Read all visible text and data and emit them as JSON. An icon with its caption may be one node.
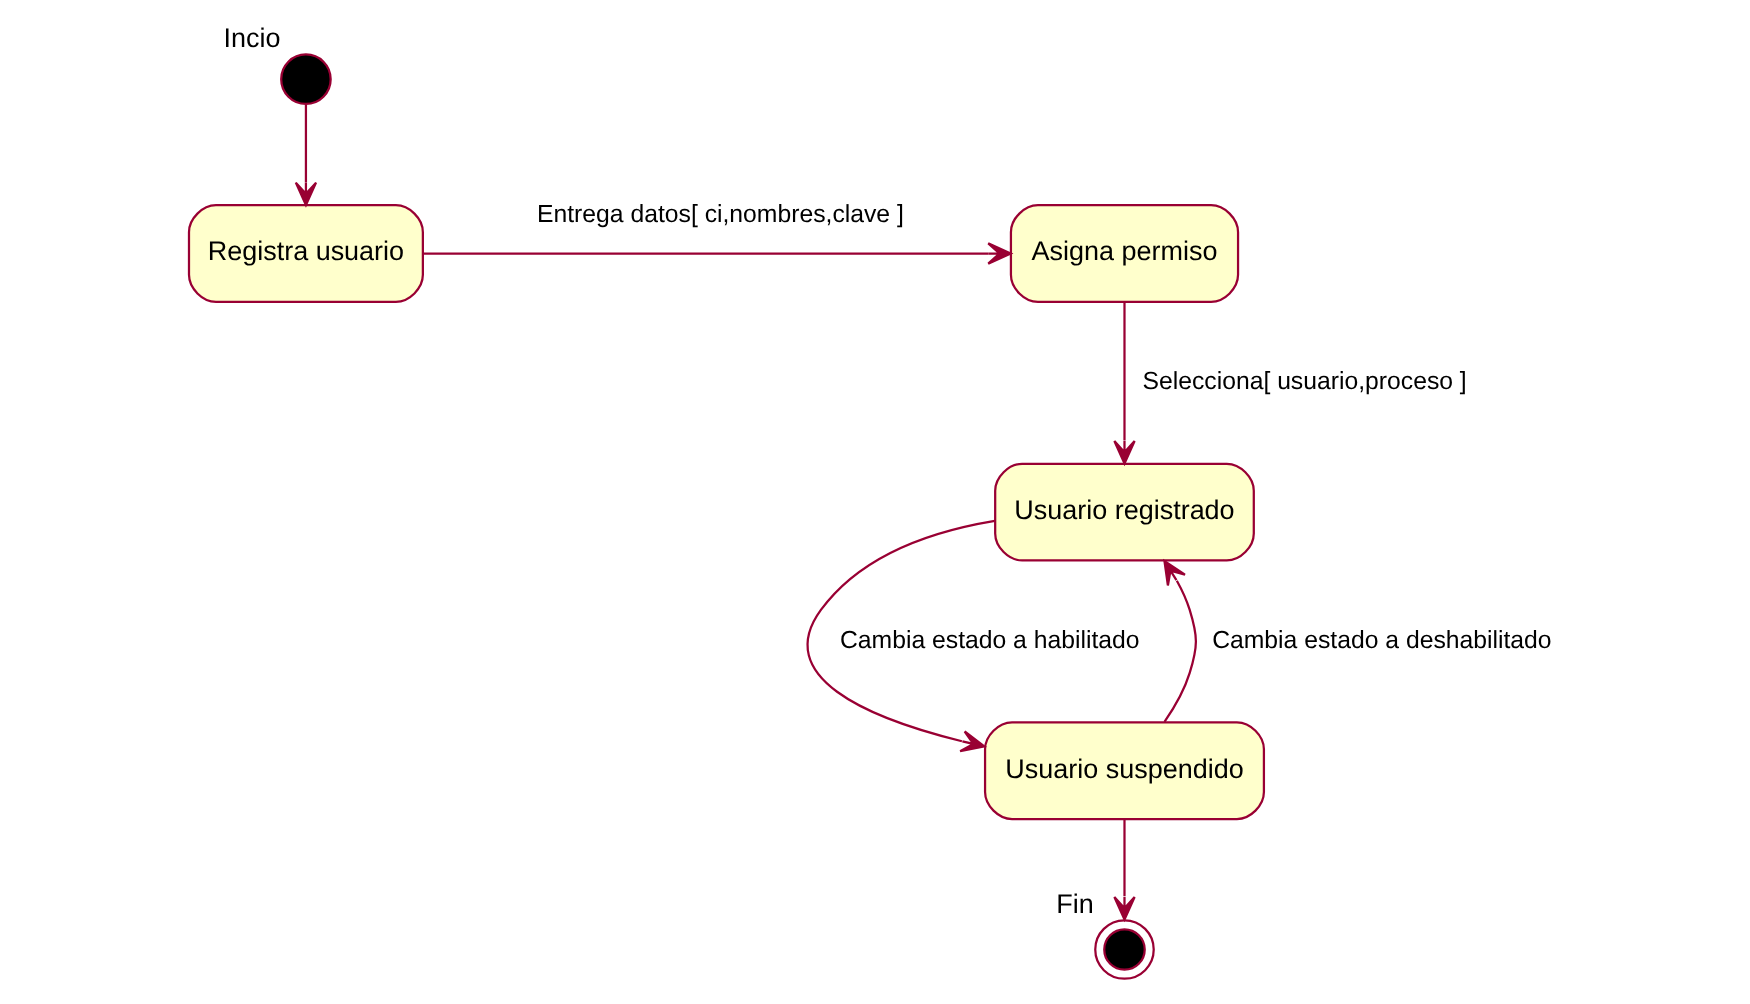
{
  "diagram": {
    "nodes": [
      {
        "text": [],
        "shape": "circle",
        "beside": [
          "Incio"
        ]
      },
      {
        "text": [
          "Registra usuario"
        ]
      },
      {
        "text": [
          "Asigna permiso"
        ]
      },
      {
        "text": [
          "Usuario registrado"
        ]
      },
      {
        "text": [
          "Usuario suspendido"
        ]
      },
      {
        "text": [],
        "shape": "circle",
        "beside": [
          "Fin"
        ]
      }
    ],
    "edges": [
      {
        "from": 0,
        "to": 1,
        "arrow": "to"
      },
      {
        "from": 1,
        "to": 2,
        "arrow": "to",
        "label": "Entrega datos[ ci,nombres,clave ]"
      },
      {
        "from": 2,
        "to": 3,
        "arrow": "to",
        "label": "Selecciona[ usuario,proceso ]"
      },
      {
        "from": 3,
        "to": 4,
        "arrow": "to",
        "label": "Cambia estado a habilitado"
      },
      {
        "from": 4,
        "to": 3,
        "arrow": "to",
        "label": "Cambia estado a deshabilitado"
      },
      {
        "from": 4,
        "to": 5,
        "arrow": "to"
      }
    ]
  }
}
